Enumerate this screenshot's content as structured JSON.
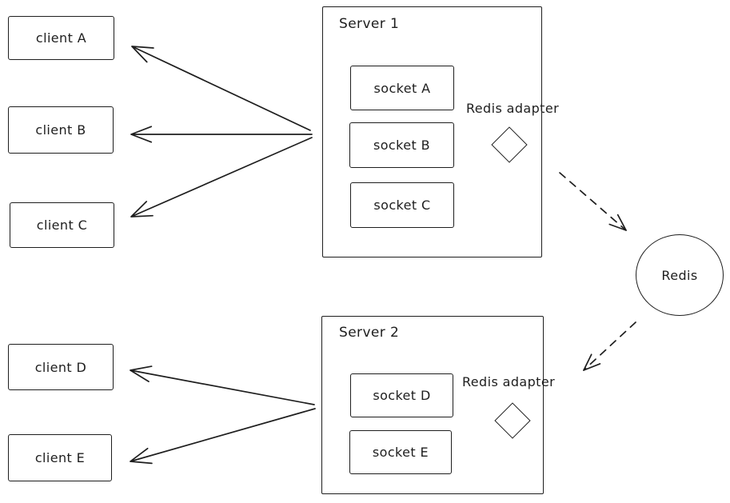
{
  "diagram": {
    "colors": {
      "stroke": "#1e1e1e",
      "background": "#ffffff"
    },
    "clients": [
      {
        "label": "client A"
      },
      {
        "label": "client B"
      },
      {
        "label": "client C"
      },
      {
        "label": "client D"
      },
      {
        "label": "client E"
      }
    ],
    "server1": {
      "title": "Server 1",
      "sockets": [
        {
          "label": "socket A"
        },
        {
          "label": "socket B"
        },
        {
          "label": "socket C"
        }
      ],
      "adapter_label": "Redis adapter"
    },
    "server2": {
      "title": "Server 2",
      "sockets": [
        {
          "label": "socket D"
        },
        {
          "label": "socket E"
        }
      ],
      "adapter_label": "Redis adapter"
    },
    "redis": {
      "label": "Redis"
    },
    "edges": [
      {
        "from": "Server 1",
        "to": "client A",
        "style": "solid-arrow"
      },
      {
        "from": "Server 1",
        "to": "client B",
        "style": "solid-arrow"
      },
      {
        "from": "Server 1",
        "to": "client C",
        "style": "solid-arrow"
      },
      {
        "from": "Server 2",
        "to": "client D",
        "style": "solid-arrow"
      },
      {
        "from": "Server 2",
        "to": "client E",
        "style": "solid-arrow"
      },
      {
        "from": "Redis adapter (Server 1)",
        "to": "Redis",
        "style": "dashed-arrow"
      },
      {
        "from": "Redis",
        "to": "Redis adapter (Server 2)",
        "style": "dashed-arrow"
      }
    ]
  }
}
